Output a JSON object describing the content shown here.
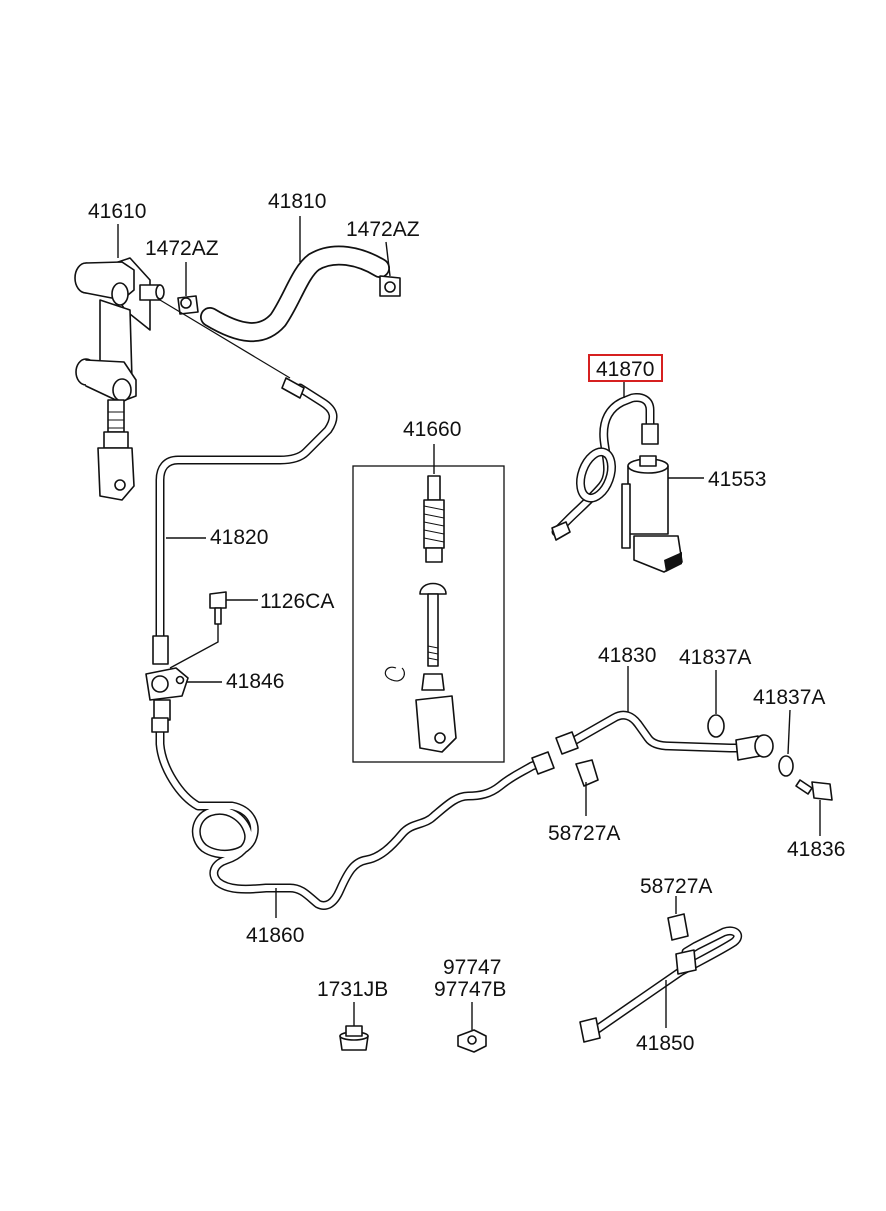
{
  "part_labels": {
    "p41610": "41610",
    "p1472az_a": "1472AZ",
    "p41810": "41810",
    "p1472az_b": "1472AZ",
    "p41870": "41870",
    "p41553": "41553",
    "p41660": "41660",
    "p41820": "41820",
    "p1126ca": "1126CA",
    "p41846": "41846",
    "p41830": "41830",
    "p41837a_a": "41837A",
    "p41837a_b": "41837A",
    "p58727a_a": "58727A",
    "p41836": "41836",
    "p41860": "41860",
    "p58727a_b": "58727A",
    "p1731jb": "1731JB",
    "p97747": "97747",
    "p97747b": "97747B",
    "p41850": "41850"
  },
  "highlighted_part": "41870",
  "colors": {
    "highlight": "#d62020",
    "line": "#111111",
    "background": "#ffffff"
  }
}
